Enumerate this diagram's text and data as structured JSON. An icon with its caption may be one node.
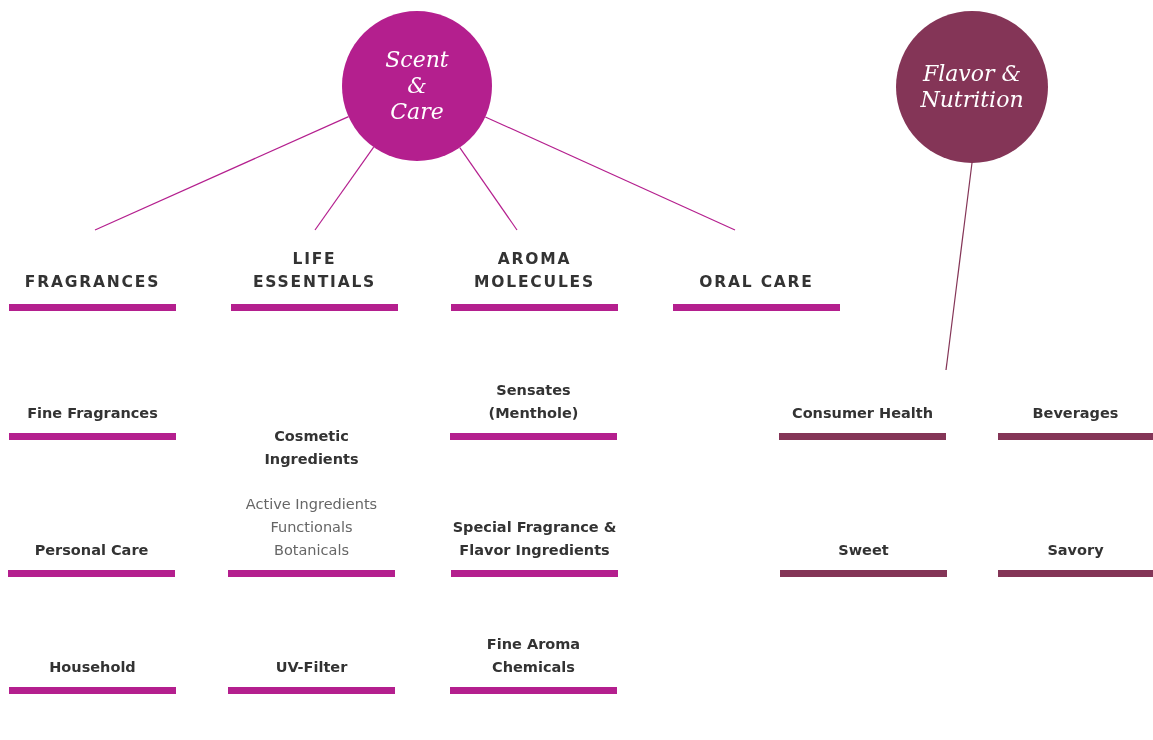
{
  "diagram": {
    "nodes": [
      {
        "text": [
          "Scent & Care"
        ]
      },
      {
        "text": [
          "Flavor & Nutrition"
        ]
      },
      {
        "text": [
          "FRAGRANCES"
        ]
      },
      {
        "text": [
          "LIFE ESSENTIALS"
        ]
      },
      {
        "text": [
          "AROMA MOLECULES"
        ]
      },
      {
        "text": [
          "ORAL CARE"
        ]
      },
      {
        "text": [
          "Fine Fragrances"
        ]
      },
      {
        "text": [
          "Personal Care"
        ]
      },
      {
        "text": [
          "Household"
        ]
      },
      {
        "text": [
          "Cosmetic Ingredients",
          "Active Ingredients",
          "Functionals",
          "Botanicals"
        ]
      },
      {
        "text": [
          "UV-Filter"
        ]
      },
      {
        "text": [
          "Sensates (Menthole)"
        ]
      },
      {
        "text": [
          "Special Fragrance & Flavor Ingredients"
        ]
      },
      {
        "text": [
          "Fine Aroma Chemicals"
        ]
      },
      {
        "text": [
          "Consumer Health"
        ]
      },
      {
        "text": [
          "Beverages"
        ]
      },
      {
        "text": [
          "Sweet"
        ]
      },
      {
        "text": [
          "Savory"
        ]
      }
    ],
    "edges": [
      {
        "from": 0,
        "to": 2,
        "arrow": "none"
      },
      {
        "from": 0,
        "to": 3,
        "arrow": "none"
      },
      {
        "from": 0,
        "to": 4,
        "arrow": "none"
      },
      {
        "from": 0,
        "to": 5,
        "arrow": "none"
      },
      {
        "from": 1,
        "to": 14,
        "arrow": "none"
      }
    ]
  }
}
